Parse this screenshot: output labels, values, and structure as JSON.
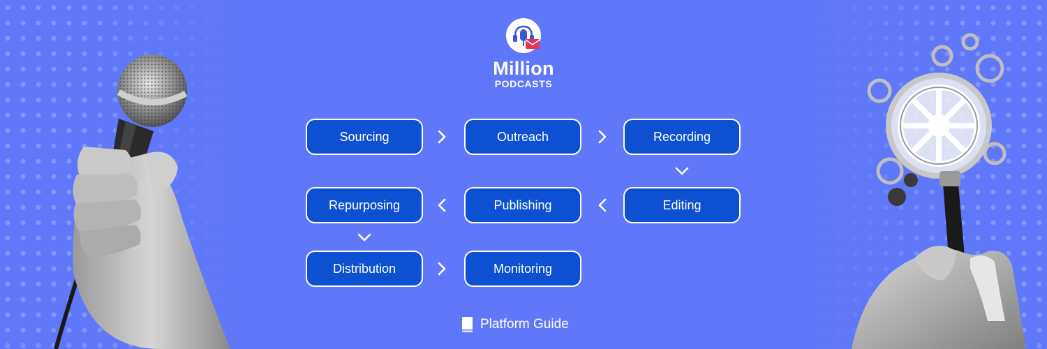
{
  "brand": {
    "name": "Million",
    "subtitle": "PODCASTS",
    "logo_icon": "microphone-headset-mail-icon",
    "accent_color": "#e6335a"
  },
  "flow": {
    "steps": [
      "Sourcing",
      "Outreach",
      "Recording",
      "Editing",
      "Publishing",
      "Repurposing",
      "Distribution",
      "Monitoring"
    ],
    "box_color": "#0d50d2",
    "background_color": "#5f78f9"
  },
  "footer": {
    "icon": "book-icon",
    "label": "Platform Guide"
  },
  "images": {
    "left": "hand-holding-microphone",
    "right": "hand-holding-magnifier-with-gears"
  }
}
